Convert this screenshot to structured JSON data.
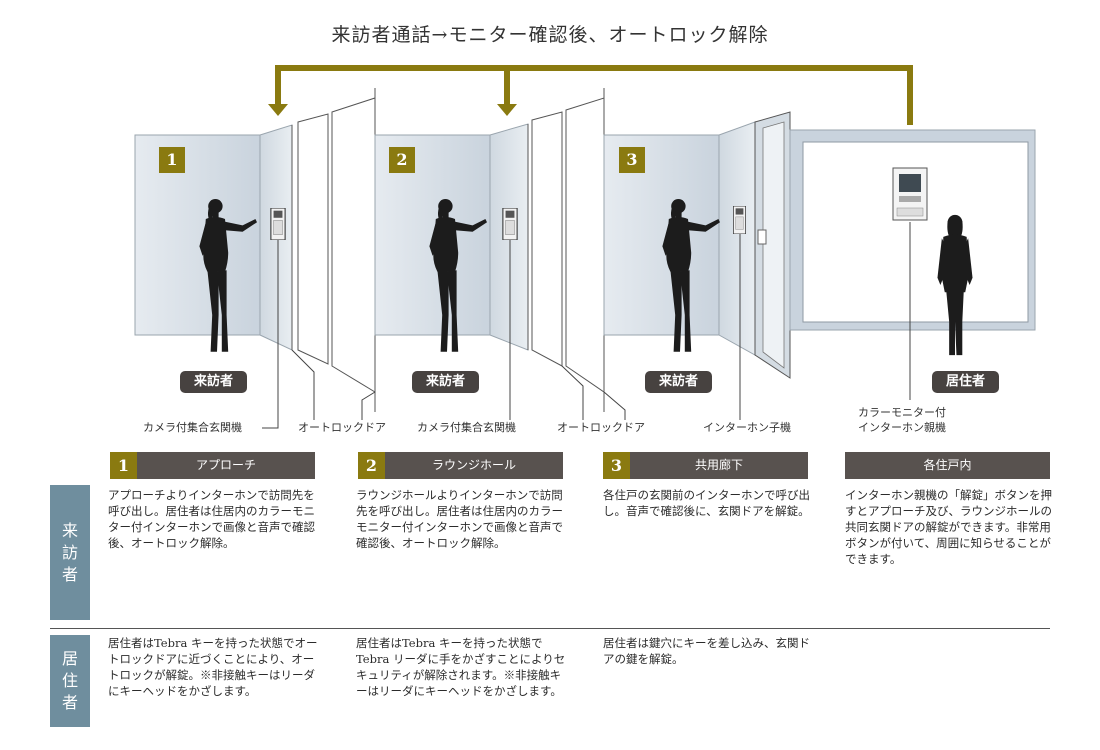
{
  "title": "来訪者通話→モニター確認後、オートロック解除",
  "scene": {
    "step_numbers": [
      "1",
      "2",
      "3"
    ],
    "visitor_badge": "来訪者",
    "resident_badge": "居住者",
    "labels": {
      "camera_panel_1": "カメラ付集合玄関機",
      "autolock_door_1": "オートロックドア",
      "camera_panel_2": "カメラ付集合玄関機",
      "autolock_door_2": "オートロックドア",
      "intercom_sub": "インターホン子機",
      "intercom_main_line1": "カラーモニター付",
      "intercom_main_line2": "インターホン親機"
    }
  },
  "colors": {
    "accent": "#8a7a10",
    "header_bg": "#58524f",
    "row_label_bg": "#6f8e9e",
    "badge_bg": "#474240"
  },
  "steps": [
    {
      "num": "1",
      "title": "アプローチ"
    },
    {
      "num": "2",
      "title": "ラウンジホール"
    },
    {
      "num": "3",
      "title": "共用廊下"
    },
    {
      "num": "",
      "title": "各住戸内"
    }
  ],
  "rows": {
    "visitor": {
      "label": "来訪者",
      "texts": [
        "アプローチよりインターホンで訪問先を呼び出し。居住者は住居内のカラーモニター付インターホンで画像と音声で確認後、オートロック解除。",
        "ラウンジホールよりインターホンで訪問先を呼び出し。居住者は住居内のカラーモニター付インターホンで画像と音声で確認後、オートロック解除。",
        "各住戸の玄関前のインターホンで呼び出し。音声で確認後に、玄関ドアを解錠。",
        "インターホン親機の「解錠」ボタンを押すとアプローチ及び、ラウンジホールの共同玄関ドアの解錠ができます。非常用ボタンが付いて、周囲に知らせることができます。"
      ]
    },
    "resident": {
      "label": "居住者",
      "texts": [
        "居住者はTebra キーを持った状態でオートロックドアに近づくことにより、オートロックが解錠。※非接触キーはリーダにキーヘッドをかざします。",
        "居住者はTebra キーを持った状態でTebra リーダに手をかざすことによりセキュリティが解除されます。※非接触キーはリーダにキーヘッドをかざします。",
        "居住者は鍵穴にキーを差し込み、玄関ドアの鍵を解錠。"
      ]
    }
  }
}
